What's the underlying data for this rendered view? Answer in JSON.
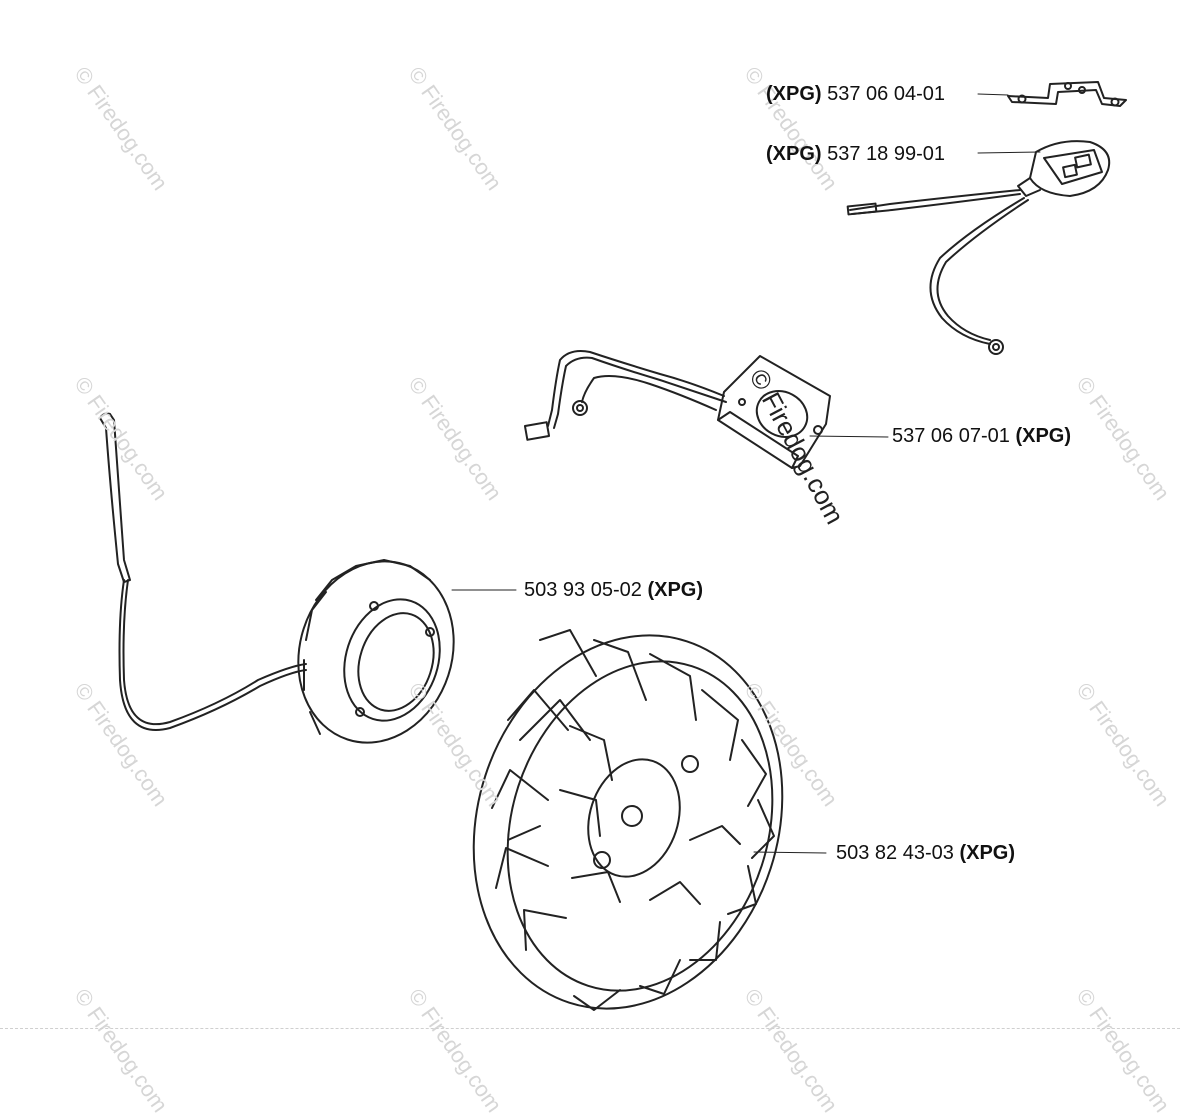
{
  "parts": [
    {
      "id": "bracket",
      "prefix": "(XPG)",
      "number": "537 06 04-01",
      "suffix": ""
    },
    {
      "id": "switch",
      "prefix": "(XPG)",
      "number": "537 18 99-01",
      "suffix": ""
    },
    {
      "id": "module",
      "prefix": "",
      "number": "537 06 07-01",
      "suffix": "(XPG)"
    },
    {
      "id": "stator",
      "prefix": "",
      "number": "503 93 05-02",
      "suffix": "(XPG)"
    },
    {
      "id": "flywheel",
      "prefix": "",
      "number": "503 82 43-03",
      "suffix": "(XPG)"
    }
  ],
  "watermark": {
    "text": "© Firedog.com"
  },
  "colors": {
    "line": "#222222",
    "watermark": "#d6d6d6",
    "background": "#ffffff"
  }
}
